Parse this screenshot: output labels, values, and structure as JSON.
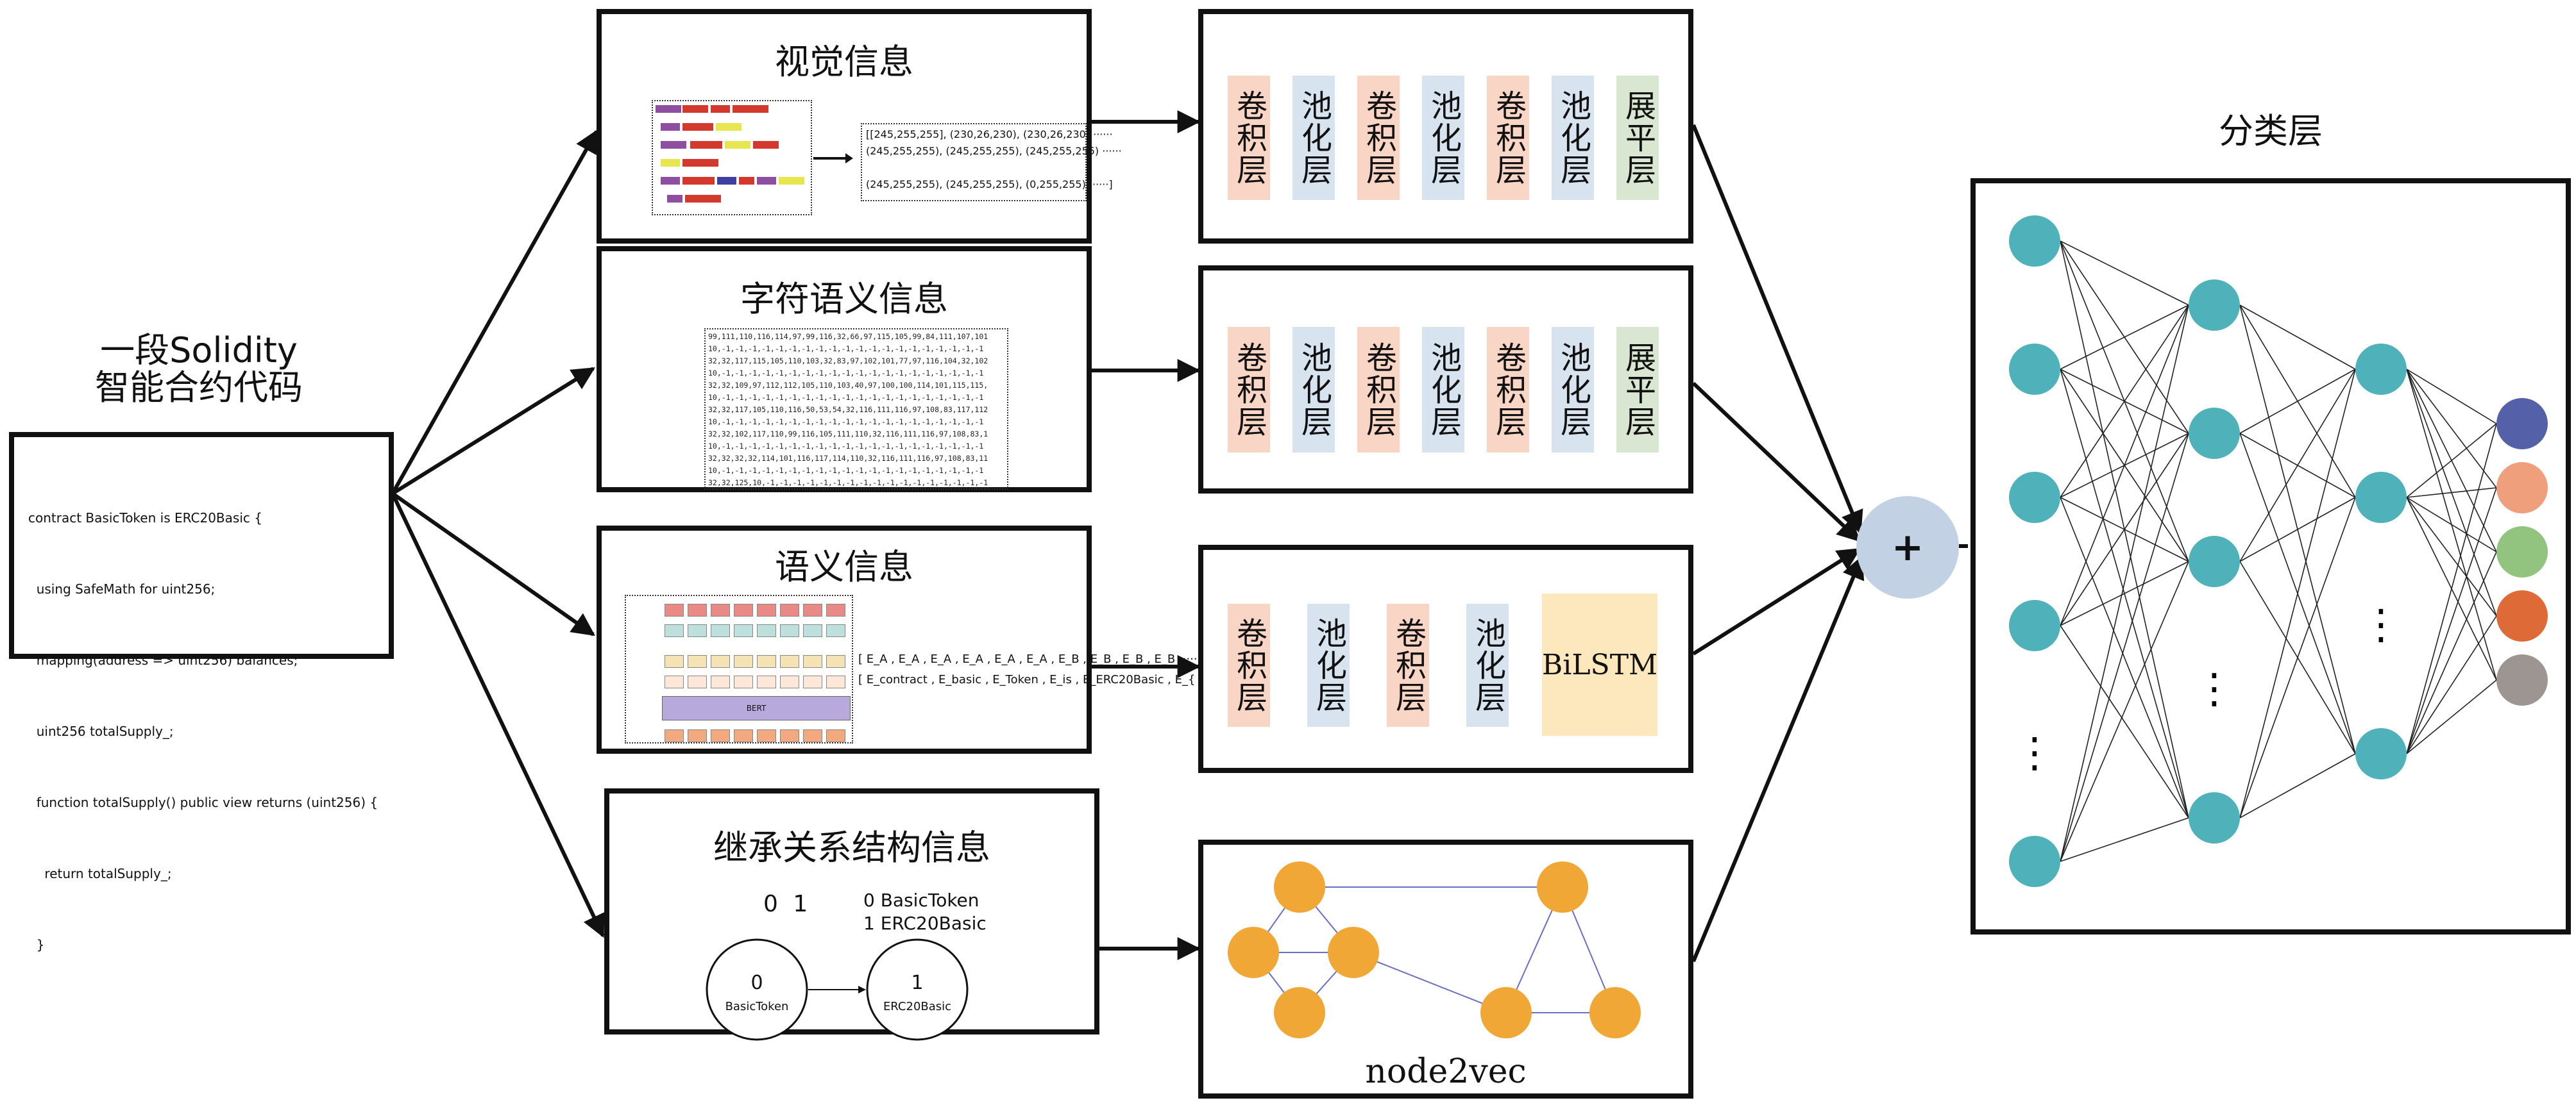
{
  "source": {
    "title_line1": "一段Solidity",
    "title_line2": "智能合约代码",
    "code": [
      "contract BasicToken is ERC20Basic {",
      "  using SafeMath for uint256;",
      "  mapping(address => uint256) balances;",
      "  uint256 totalSupply_;",
      "  function totalSupply() public view returns (uint256) {",
      "    return totalSupply_;",
      "  }"
    ]
  },
  "branches": {
    "visual": {
      "title": "视觉信息",
      "rgb_rows": [
        "[[245,255,255], (230,26,230), (230,26,230) ······",
        "(245,255,255), (245,255,255), (245,255,255) ······",
        "(245,255,255), (245,255,255), (0,255,255) ······]"
      ]
    },
    "char": {
      "title": "字符语义信息",
      "matrix_rows": [
        "99,111,110,116,114,97,99,116,32,66,97,115,105,99,84,111,107,101",
        "10,-1,-1,-1,-1,-1,-1,-1,-1,-1,-1,-1,-1,-1,-1,-1,-1,-1,-1,-1,-1",
        "32,32,117,115,105,110,103,32,83,97,102,101,77,97,116,104,32,102",
        "10,-1,-1,-1,-1,-1,-1,-1,-1,-1,-1,-1,-1,-1,-1,-1,-1,-1,-1,-1,-1",
        "32,32,109,97,112,112,105,110,103,40,97,100,100,114,101,115,115,",
        "10,-1,-1,-1,-1,-1,-1,-1,-1,-1,-1,-1,-1,-1,-1,-1,-1,-1,-1,-1,-1",
        "32,32,117,105,110,116,50,53,54,32,116,111,116,97,108,83,117,112",
        "10,-1,-1,-1,-1,-1,-1,-1,-1,-1,-1,-1,-1,-1,-1,-1,-1,-1,-1,-1,-1",
        "32,32,102,117,110,99,116,105,111,110,32,116,111,116,97,108,83,1",
        "10,-1,-1,-1,-1,-1,-1,-1,-1,-1,-1,-1,-1,-1,-1,-1,-1,-1,-1,-1,-1",
        "32,32,32,32,114,101,116,117,114,110,32,116,111,116,97,108,83,11",
        "10,-1,-1,-1,-1,-1,-1,-1,-1,-1,-1,-1,-1,-1,-1,-1,-1,-1,-1,-1,-1",
        "32,32,125,10,-1,-1,-1,-1,-1,-1,-1,-1,-1,-1,-1,-1,-1,-1,-1,-1,-1"
      ]
    },
    "semantic": {
      "title": "语义信息",
      "bert_label": "BERT",
      "emb_row1": "[ E_A , E_A , E_A , E_A , E_A , E_A , E_B , E_B , E_B , E_B ······",
      "emb_row2": "[ E_contract , E_basic , E_Token , E_is , E_ERC20Basic , E_{ ······]"
    },
    "inherit": {
      "title": "继承关系结构信息",
      "matrix": "0 1",
      "index_line1": "0 BasicToken",
      "index_line2": "1 ERC20Basic",
      "node0_id": "0",
      "node0_name": "BasicToken",
      "node1_id": "1",
      "node1_name": "ERC20Basic"
    }
  },
  "models": {
    "cnn_row1": [
      "卷积层",
      "池化层",
      "卷积层",
      "池化层",
      "卷积层",
      "池化层",
      "展平层"
    ],
    "cnn_row2": [
      "卷积层",
      "池化层",
      "卷积层",
      "池化层",
      "卷积层",
      "池化层",
      "展平层"
    ],
    "lstm_row": [
      "卷积层",
      "池化层",
      "卷积层",
      "池化层"
    ],
    "bilstm_label": "BiLSTM",
    "graph_label": "node2vec"
  },
  "fusion": {
    "symbol": "+"
  },
  "classifier": {
    "title": "分类层",
    "ellipsis": "⋮"
  },
  "colors": {
    "conv": "#f8d5c4",
    "pool": "#d7e3ef",
    "flatten": "#d9e6d2",
    "bilstm": "#fde7bd",
    "neuron": "#4fb1b9",
    "graph_node": "#f1a736",
    "plus_circle": "#c2d1e4",
    "output_colors": [
      "#5461a8",
      "#ef9f7c",
      "#92c47f",
      "#dd6a37",
      "#9c9592"
    ]
  }
}
